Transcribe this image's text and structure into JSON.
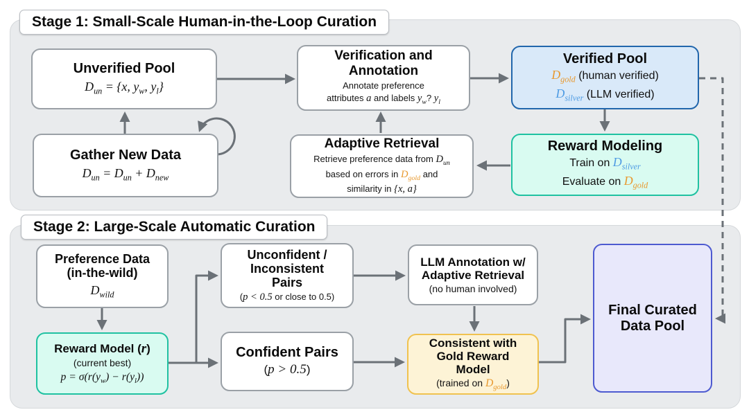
{
  "colors": {
    "gold": "#E8992F",
    "silver": "#4E9BE3",
    "arrow": "#6B7177",
    "box_border": "#9AA0A6",
    "panel_bg": "#E9EBED",
    "panel_border": "#D5D8DB",
    "tab_border": "#B9BDC2",
    "verified_bg": "#D9E9F9",
    "verified_border": "#2166AC",
    "teal_bg": "#D9FBF1",
    "teal_border": "#1FC1A1",
    "amber_bg": "#FDF3D6",
    "amber_border": "#F0C24F",
    "final_bg": "#E8E8FB",
    "final_border": "#4D5AD0"
  },
  "stage1": {
    "title": "Stage 1: Small-Scale Human-in-the-Loop Curation",
    "nodes": {
      "unverified_pool": {
        "title": "Unverified Pool",
        "formula": "$D_{un} = {x, y_{w}, y_{l}}$"
      },
      "gather_new_data": {
        "title": "Gather New Data",
        "formula": "$D_{un} = D_{un} + D_{new}$"
      },
      "verification_annotation": {
        "title": "Verification and\nAnnotation",
        "desc": "Annotate preference\nattributes $a$ and labels $y_{w}$? $y_{l}$"
      },
      "adaptive_retrieval": {
        "title": "Adaptive Retrieval",
        "desc": "Retrieve preference data from $D_{un}$\nbased on errors in @g{D_{gold}} and\nsimilarity in ${x, a}$"
      },
      "verified_pool": {
        "title": "Verified Pool",
        "gold_line": "@g{D_{gold}} (human verified)",
        "silver_line": "@s{D_{silver}} (LLM verified)"
      },
      "reward_modeling": {
        "title": "Reward Modeling",
        "train_line": "Train on @s{D_{silver}}",
        "eval_line": "Evaluate on @g{D_{gold}}"
      }
    }
  },
  "stage2": {
    "title": "Stage 2: Large-Scale Automatic Curation",
    "nodes": {
      "preference_data": {
        "title": "Preference Data\n(in-the-wild)",
        "formula": "$D_{wild}$"
      },
      "reward_model": {
        "title": "Reward Model ($r$)",
        "subtitle": "(current best)",
        "formula": "$p = σ(r(y_{w}) − r(y_{l}))$"
      },
      "unconfident_pairs": {
        "title": "Unconfident /\nInconsistent\nPairs",
        "subtitle": "($p < 0.5$ or close to 0.5)"
      },
      "confident_pairs": {
        "title": "Confident Pairs",
        "subtitle": "($p > 0.5$)"
      },
      "llm_annotation": {
        "title": "LLM Annotation w/\nAdaptive Retrieval",
        "subtitle": "(no human involved)"
      },
      "consistent_gold": {
        "title": "Consistent with\nGold Reward\nModel",
        "subtitle": "(trained on @g{D_{gold}})"
      },
      "final_pool": {
        "title": "Final Curated\nData Pool"
      }
    }
  }
}
